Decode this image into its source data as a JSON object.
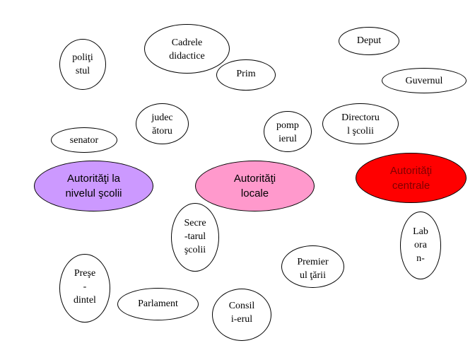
{
  "colors": {
    "school": "#cc99ff",
    "local": "#ff99cc",
    "central": "#ff0000",
    "central_text": "#800000",
    "border": "#000000",
    "background": "#ffffff"
  },
  "nodes": {
    "politistul": "poliţi\nstul",
    "cadrele": "Cadrele\ndidactice",
    "primarul": "Prim",
    "deputatul": "Deput",
    "guvernul": "Guvernul",
    "judecatorul": "judec\nătoru",
    "pompierul": "pomp\nierul",
    "directorul": "Directoru\nl şcolii",
    "senator": "senator",
    "autoritati_scolii": "Autorităţi la\nnivelul şcolii",
    "autoritati_locale": "Autorităţi\nlocale",
    "autoritati_centrale": "Autorităţi\ncentrale",
    "secretarul": "Secre\n-tarul\nşcolii",
    "laborantul": "Lab\nora\nn-",
    "premierul": "Premier\nul ţării",
    "presedintele": "Preşe\n-\ndintel",
    "parlamentul": "Parlament",
    "consilierul": "Consil\ni-erul"
  }
}
